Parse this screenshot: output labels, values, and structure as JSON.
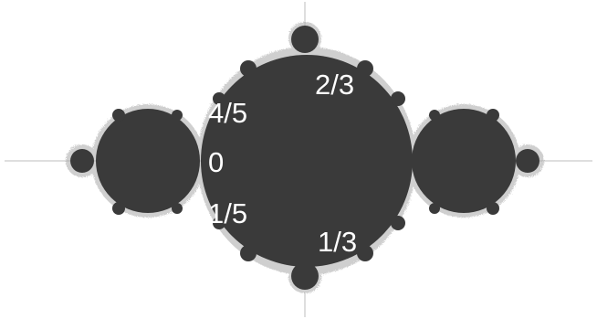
{
  "labels": {
    "zero": "0",
    "four_fifths": "4/5",
    "one_fifth": "1/5",
    "two_thirds": "2/3",
    "one_third": "1/3"
  },
  "colors": {
    "background": "#ffffff",
    "set_fill": "#3a3a3a",
    "fringe": "#9a9a9a",
    "label_text": "#ffffff"
  }
}
